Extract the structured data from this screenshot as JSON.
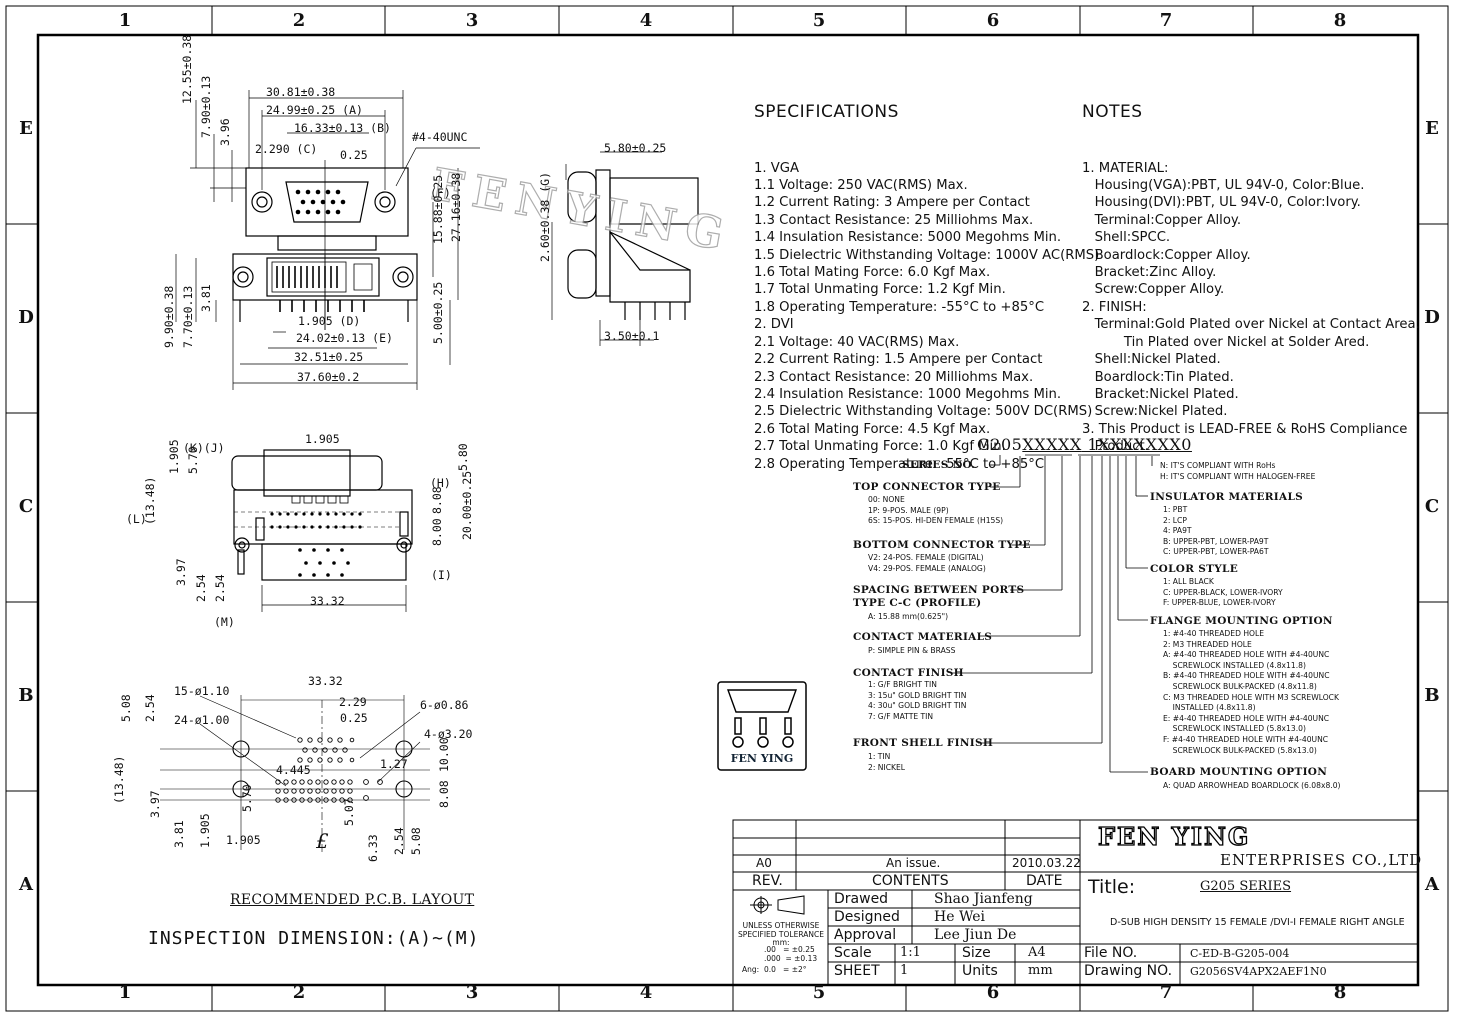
{
  "zones": {
    "columns": [
      "1",
      "2",
      "3",
      "4",
      "5",
      "6",
      "7",
      "8"
    ],
    "rows": [
      "E",
      "D",
      "C",
      "B",
      "A"
    ]
  },
  "specifications": {
    "heading": "SPECIFICATIONS",
    "lines": [
      "1. VGA",
      "1.1 Voltage: 250 VAC(RMS) Max.",
      "1.2 Current Rating: 3 Ampere per Contact",
      "1.3 Contact Resistance: 25 Milliohms Max.",
      "1.4 Insulation Resistance: 5000 Megohms Min.",
      "1.5 Dielectric Withstanding Voltage: 1000V AC(RMS)",
      "1.6 Total Mating Force: 6.0 Kgf Max.",
      "1.7 Total Unmating Force: 1.2 Kgf Min.",
      "1.8 Operating Temperature: -55°C to +85°C",
      "2. DVI",
      "2.1 Voltage: 40 VAC(RMS) Max.",
      "2.2 Current Rating: 1.5 Ampere per Contact",
      "2.3 Contact Resistance: 20 Milliohms Max.",
      "2.4 Insulation Resistance: 1000 Megohms Min.",
      "2.5 Dielectric Withstanding Voltage: 500V DC(RMS)",
      "2.6 Total Mating Force: 4.5 Kgf Max.",
      "2.7 Total Unmating Force: 1.0 Kgf Min.",
      "2.8 Operating Temperature: -55°C to +85°C"
    ]
  },
  "notes": {
    "heading": "NOTES",
    "lines": [
      "1. MATERIAL:",
      "   Housing(VGA):PBT, UL 94V-0, Color:Blue.",
      "   Housing(DVI):PBT, UL 94V-0, Color:Ivory.",
      "   Terminal:Copper Alloy.",
      "   Shell:SPCC.",
      "   Boardlock:Copper Alloy.",
      "   Bracket:Zinc Alloy.",
      "   Screw:Copper Alloy.",
      "2. FINISH:",
      "   Terminal:Gold Plated over Nickel at Contact Area.",
      "          Tin Plated over Nickel at Solder Ared.",
      "   Shell:Nickel Plated.",
      "   Boardlock:Tin Plated.",
      "   Bracket:Nickel Plated.",
      "   Screw:Nickel Plated.",
      "3. This Product is LEAD-FREE & RoHS Compliance",
      "   Product."
    ]
  },
  "part_number": {
    "base": "G205",
    "xs1": "XXXXX",
    "tail": " 1XXXXXXX0",
    "series_no": "SERIES NO.",
    "top_connector": {
      "title": "TOP CONNECTOR TYPE",
      "options": "00: NONE\n1P: 9-POS. MALE (9P)\n6S: 15-POS. HI-DEN FEMALE (H15S)"
    },
    "bottom_connector": {
      "title": "BOTTOM CONNECTOR TYPE",
      "options": "V2: 24-POS. FEMALE (DIGITAL)\nV4: 29-POS. FEMALE (ANALOG)"
    },
    "spacing": {
      "title": "SPACING BETWEEN PORTS",
      "title2": "TYPE C-C (PROFILE)",
      "options": "A: 15.88 mm(0.625\")"
    },
    "contact_materials": {
      "title": "CONTACT MATERIALS",
      "options": "P: SIMPLE PIN & BRASS"
    },
    "contact_finish": {
      "title": "CONTACT FINISH",
      "options": "1: G/F BRIGHT TIN\n3: 15u\" GOLD BRIGHT TIN\n4: 30u\" GOLD BRIGHT TIN\n7: G/F MATTE TIN"
    },
    "front_shell": {
      "title": "FRONT SHELL FINISH",
      "options": "1: TIN\n2: NICKEL"
    },
    "rohs": {
      "options": "N: IT'S COMPLIANT WITH RoHs\nH: IT'S COMPLIANT WITH HALOGEN-FREE"
    },
    "insulator": {
      "title": "INSULATOR MATERIALS",
      "options": "1: PBT\n2: LCP\n4: PA9T\nB: UPPER-PBT, LOWER-PA9T\nC: UPPER-PBT, LOWER-PA6T"
    },
    "color_style": {
      "title": "COLOR STYLE",
      "options": "1: ALL BLACK\nC: UPPER-BLACK, LOWER-IVORY\nF: UPPER-BLUE, LOWER-IVORY"
    },
    "flange": {
      "title": "FLANGE MOUNTING OPTION",
      "options": "1: #4-40 THREADED HOLE\n2: M3 THREADED HOLE\nA: #4-40 THREADED HOLE WITH #4-40UNC\n    SCREWLOCK INSTALLED (4.8x11.8)\nB: #4-40 THREADED HOLE WITH #4-40UNC\n    SCREWLOCK BULK-PACKED (4.8x11.8)\nC: M3 THREADED HOLE WITH M3 SCREWLOCK\n    INSTALLED (4.8x11.8)\nE: #4-40 THREADED HOLE WITH #4-40UNC\n    SCREWLOCK INSTALLED (5.8x13.0)\nF: #4-40 THREADED HOLE WITH #4-40UNC\n    SCREWLOCK BULK-PACKED (5.8x13.0)"
    },
    "board_mount": {
      "title": "BOARD MOUNTING OPTION",
      "options": "A: QUAD ARROWHEAD BOARDLOCK (6.08x8.0)"
    }
  },
  "dimensions": {
    "front": [
      "30.81±0.38",
      "24.99±0.25 (A)",
      "16.33±0.13 (B)",
      "2.290 (C)",
      "0.25",
      "#4-40UNC",
      "(F)",
      "12.55±0.38",
      "7.90±0.13",
      "3.96",
      "15.88±0.25",
      "27.16±0.38",
      "3.81",
      "9.90±0.38",
      "7.70±0.13",
      "1.905 (D)",
      "24.02±0.13 (E)",
      "32.51±0.25",
      "5.00±0.25",
      "37.60±0.2"
    ],
    "side": [
      "5.80±0.25",
      "2.60±0.38 (G)",
      "3.50±0.1"
    ],
    "bottom": [
      "1.905",
      "(K)(J)",
      "1.905",
      "5.70",
      "(H)",
      "5.80",
      "(L)",
      "(13.48)",
      "8.08",
      "20.00±0.25",
      "8.00",
      "(I)",
      "3.97",
      "2.54",
      "2.54",
      "(M)",
      "33.32"
    ],
    "pcb": [
      "33.32",
      "15-ø1.10",
      "2.29",
      "0.25",
      "6-ø0.86",
      "24-ø1.00",
      "4-ø3.20",
      "5.08",
      "2.54",
      "10.00",
      "(13.48)",
      "4.445",
      "1.27",
      "8.08",
      "3.97",
      "5.70",
      "5.07",
      "3.81",
      "1.905",
      "1.905",
      "6.33",
      "2.54",
      "5.08"
    ]
  },
  "labels": {
    "watermark": "FENYING",
    "recommended": "RECOMMENDED P.C.B. LAYOUT",
    "inspection": "INSPECTION DIMENSION:(A)~(M)",
    "logo_caption": "FEN YING",
    "centerline": "£"
  },
  "title_block": {
    "rev_row": {
      "rev": "A0",
      "contents": "An issue.",
      "date": "2010.03.22"
    },
    "header": {
      "rev": "REV.",
      "contents": "CONTENTS",
      "date": "DATE"
    },
    "drawed_label": "Drawed",
    "drawed": "Shao Jianfeng",
    "designed_label": "Designed",
    "designed": "He Wei",
    "approval_label": "Approval",
    "approval": "Lee Jiun De",
    "scale_label": "Scale",
    "scale": "1:1",
    "size_label": "Size",
    "size": "A4",
    "sheet_label": "SHEET",
    "sheet": "1",
    "units_label": "Units",
    "units": "mm",
    "tolerance_text": "UNLESS OTHERWISE\nSPECIFIED TOLERANCE\nmm:",
    "tolerance_values": ".00   = ±0.25\n.000  = ±0.13",
    "angle_text": "Ang:  0.0   = ±2°",
    "company": "FEN YING",
    "enterprises": "ENTERPRISES CO.,LTD",
    "title_label": "Title:",
    "series": "G205 SERIES",
    "description": "D-SUB HIGH DENSITY 15 FEMALE /DVI-I FEMALE RIGHT ANGLE",
    "file_label": "File NO.",
    "file_no": "C-ED-B-G205-004",
    "drawing_label": "Drawing NO.",
    "drawing_no": "G2056SV4APX2AEF1N0"
  }
}
